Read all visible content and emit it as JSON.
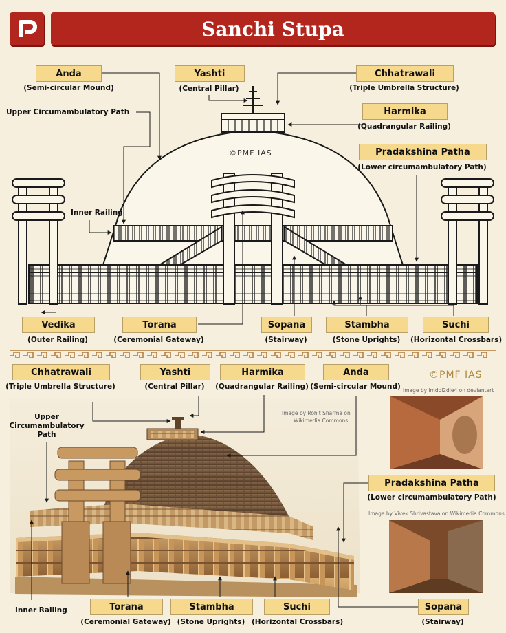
{
  "header": {
    "title": "Sanchi Stupa",
    "logo_letter": "P"
  },
  "watermark_top": "©PMF IAS",
  "watermark_bottom": "©PMF IAS",
  "credits": {
    "imdol": "Image by imdol2die4 on deviantart",
    "rohit_1": "Image by Rohit Sharma on",
    "rohit_2": "Wikimedia Commons",
    "vivek": "Image by Vivek Shrivastava on Wikimedia Commons"
  },
  "top": {
    "anda": {
      "label": "Anda",
      "sub": "(Semi-circular Mound)"
    },
    "yashti": {
      "label": "Yashti",
      "sub": "(Central Pillar)"
    },
    "chhatrawali": {
      "label": "Chhatrawali",
      "sub": "(Triple Umbrella Structure)"
    },
    "harmika": {
      "label": "Harmika",
      "sub": "(Quadrangular Railing)"
    },
    "pradakshina": {
      "label": "Pradakshina Patha",
      "sub": "(Lower circumambulatory Path)"
    },
    "upper_path": "Upper Circumambulatory Path",
    "inner_railing": "Inner Railing",
    "vedika": {
      "label": "Vedika",
      "sub": "(Outer Railing)"
    },
    "torana": {
      "label": "Torana",
      "sub": "(Ceremonial Gateway)"
    },
    "sopana": {
      "label": "Sopana",
      "sub": "(Stairway)"
    },
    "stambha": {
      "label": "Stambha",
      "sub": "(Stone Uprights)"
    },
    "suchi": {
      "label": "Suchi",
      "sub": "(Horizontal Crossbars)"
    }
  },
  "bottom": {
    "chhatrawali": {
      "label": "Chhatrawali",
      "sub": "(Triple Umbrella Structure)"
    },
    "yashti": {
      "label": "Yashti",
      "sub": "(Central Pillar)"
    },
    "harmika": {
      "label": "Harmika",
      "sub": "(Quadrangular Railing)"
    },
    "anda": {
      "label": "Anda",
      "sub": "(Semi-circular Mound)"
    },
    "upper_path": "Upper Circumambulatory Path",
    "pradakshina": {
      "label": "Pradakshina Patha",
      "sub": "(Lower circumambulatory Path)"
    },
    "inner_railing": "Inner Railing",
    "torana": {
      "label": "Torana",
      "sub": "(Ceremonial Gateway)"
    },
    "stambha": {
      "label": "Stambha",
      "sub": "(Stone Uprights)"
    },
    "suchi": {
      "label": "Suchi",
      "sub": "(Horizontal Crossbars)"
    },
    "sopana": {
      "label": "Sopana",
      "sub": "(Stairway)"
    }
  },
  "colors": {
    "red": "#b3261e",
    "label_bg": "#f7d98e",
    "paper": "#f6efdd",
    "line": "#1a1a1a"
  }
}
